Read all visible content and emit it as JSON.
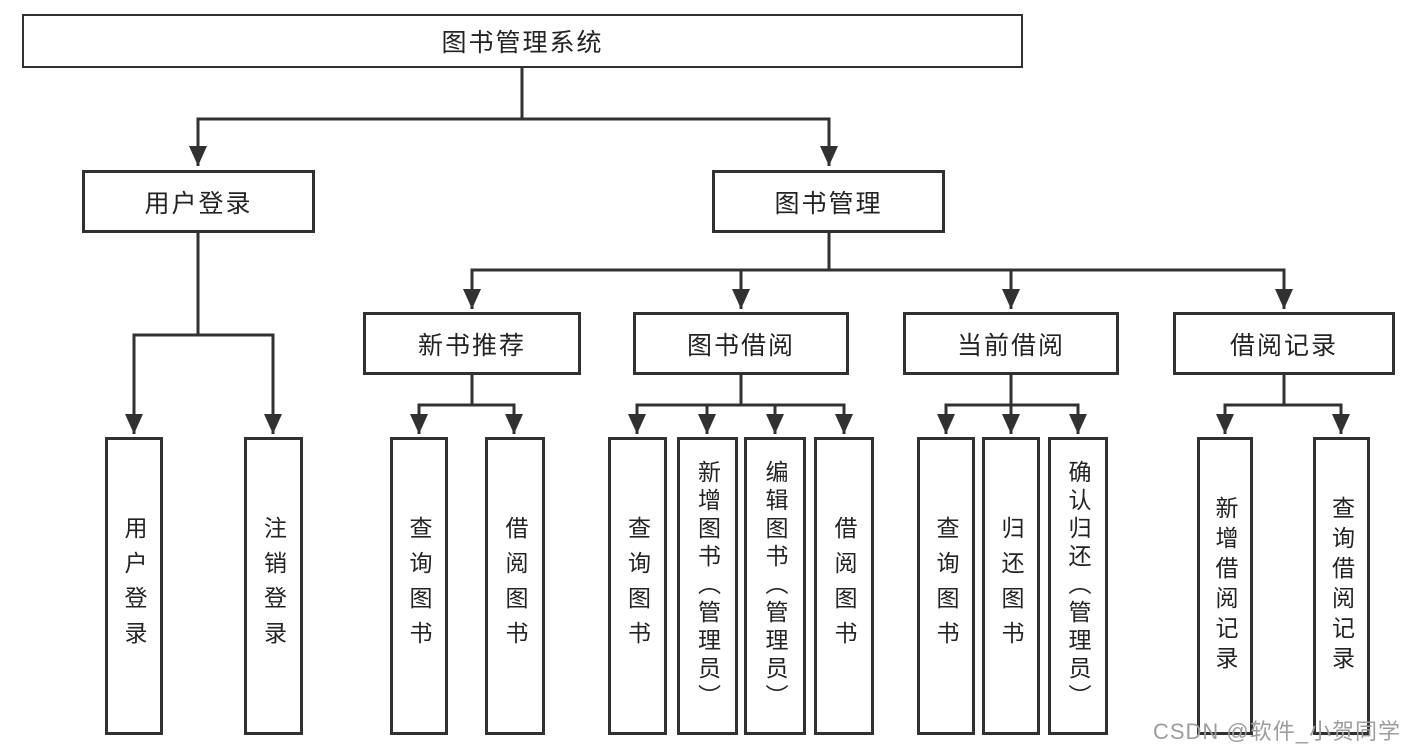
{
  "diagram_title": "图书管理系统",
  "watermark": "CSDN @软件_小贺同学",
  "colors": {
    "line": "#313131",
    "box_border": "#313131",
    "box_fill": "#ffffff",
    "text": "#232323",
    "watermark": "#9d9d9d",
    "background": "#ffffff"
  },
  "tree": {
    "label": "图书管理系统",
    "children": [
      {
        "label": "用户登录",
        "children": [
          {
            "label": "用户登录"
          },
          {
            "label": "注销登录"
          }
        ]
      },
      {
        "label": "图书管理",
        "children": [
          {
            "label": "新书推荐",
            "children": [
              {
                "label": "查询图书"
              },
              {
                "label": "借阅图书"
              }
            ]
          },
          {
            "label": "图书借阅",
            "children": [
              {
                "label": "查询图书"
              },
              {
                "label": "新增图书（管理员）"
              },
              {
                "label": "编辑图书（管理员）"
              },
              {
                "label": "借阅图书"
              }
            ]
          },
          {
            "label": "当前借阅",
            "children": [
              {
                "label": "查询图书"
              },
              {
                "label": "归还图书"
              },
              {
                "label": "确认归还（管理员）"
              }
            ]
          },
          {
            "label": "借阅记录",
            "children": [
              {
                "label": "新增借阅记录"
              },
              {
                "label": "查询借阅记录"
              }
            ]
          }
        ]
      }
    ]
  }
}
